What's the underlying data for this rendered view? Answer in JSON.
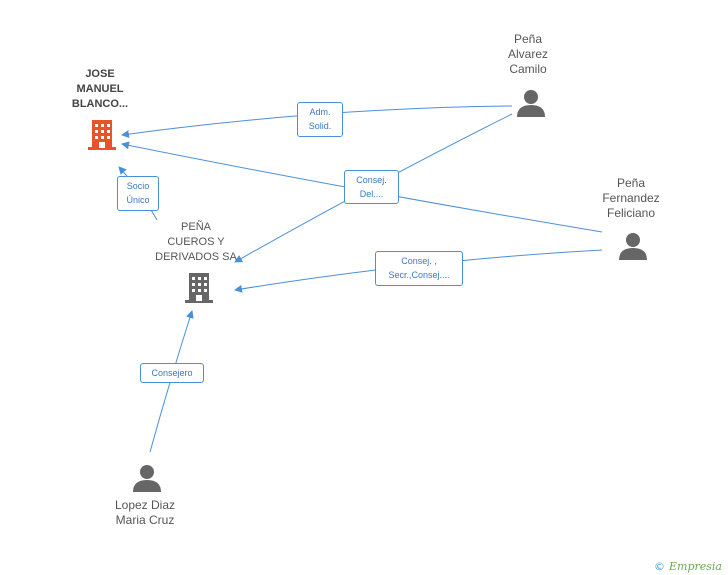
{
  "nodes": {
    "jose": {
      "name_lines": [
        "JOSE",
        "MANUEL",
        "BLANCO..."
      ],
      "icon": "building-icon",
      "color": "#e8542a"
    },
    "pena_cueros": {
      "name_lines": [
        "PEÑA",
        "CUEROS Y",
        "DERIVADOS SA"
      ],
      "icon": "building-icon",
      "color": "#666666"
    },
    "alvarez": {
      "name_lines": [
        "Peña",
        "Alvarez",
        "Camilo"
      ],
      "icon": "person-icon"
    },
    "fernandez": {
      "name_lines": [
        "Peña",
        "Fernandez",
        "Feliciano"
      ],
      "icon": "person-icon"
    },
    "lopez": {
      "name_lines": [
        "Lopez Diaz",
        "Maria Cruz"
      ],
      "icon": "person-icon"
    }
  },
  "edges": {
    "adm_solid": {
      "lines": [
        "Adm.",
        "Solid."
      ]
    },
    "consej_del": {
      "lines": [
        "Consej.",
        "Del...."
      ]
    },
    "socio_unico": {
      "lines": [
        "Socio",
        "Único"
      ]
    },
    "consej_secr": {
      "lines": [
        "Consej. ,",
        "Secr.,Consej...."
      ]
    },
    "consejero": {
      "lines": [
        "Consejero"
      ]
    }
  },
  "colors": {
    "edge": "#4a90d9",
    "person": "#666666"
  },
  "footer": {
    "copyright": "©",
    "brand": "Empresia"
  }
}
